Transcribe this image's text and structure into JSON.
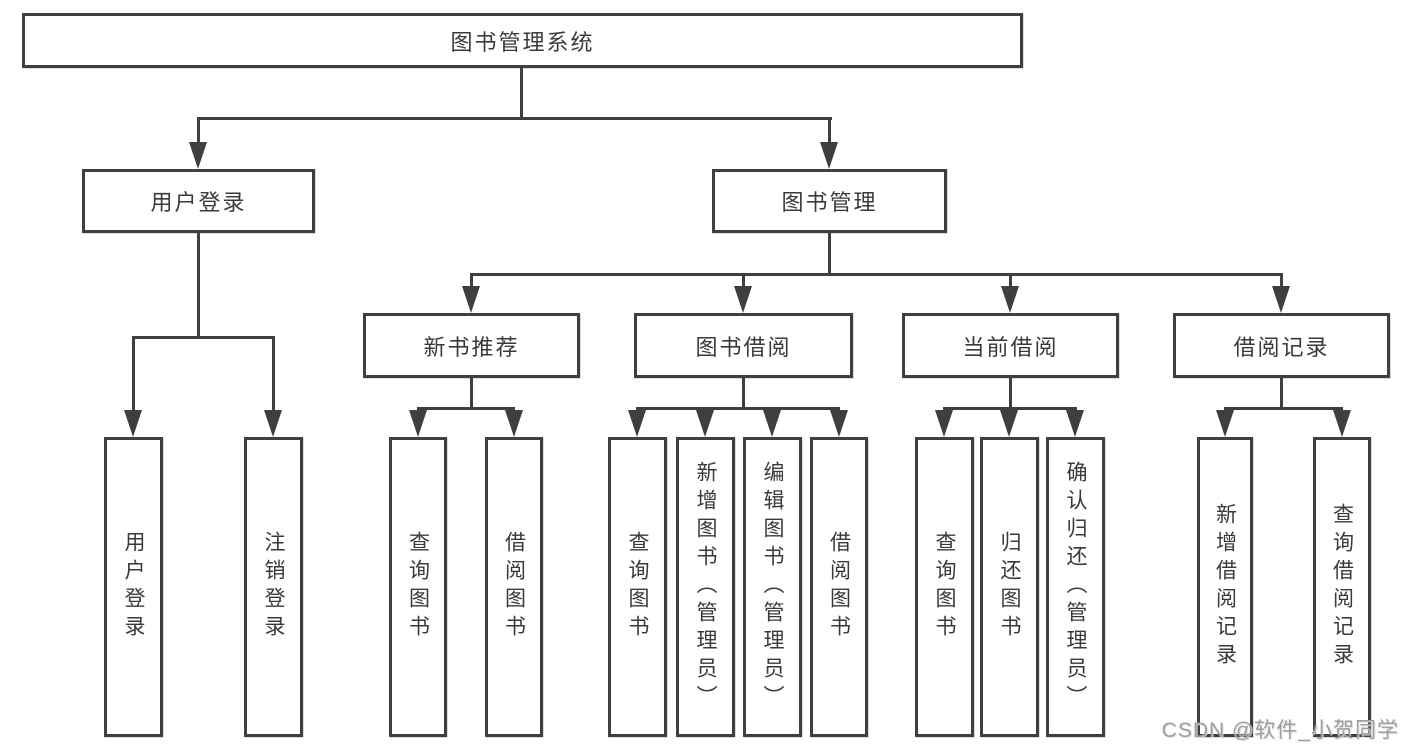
{
  "diagram": {
    "title": "图书管理系统",
    "accent_color": "#3f3f3f",
    "nodes": {
      "root": "图书管理系统",
      "user_login": "用户登录",
      "book_management": "图书管理",
      "new_book_recommend": "新书推荐",
      "book_borrowing": "图书借阅",
      "current_borrowing": "当前借阅",
      "borrowing_records": "借阅记录",
      "leaf_user_login": "用户登录",
      "leaf_logout": "注销登录",
      "leaf_query_books_a": "查询图书",
      "leaf_borrow_books_a": "借阅图书",
      "leaf_query_books_b": "查询图书",
      "leaf_add_books_admin": "新增图书（管理员）",
      "leaf_edit_books_admin": "编辑图书（管理员）",
      "leaf_borrow_books_b": "借阅图书",
      "leaf_query_books_c": "查询图书",
      "leaf_return_books": "归还图书",
      "leaf_confirm_return_admin": "确认归还（管理员）",
      "leaf_add_borrow_record": "新增借阅记录",
      "leaf_query_borrow_record": "查询借阅记录"
    }
  },
  "watermark": "CSDN @软件_小贺同学"
}
